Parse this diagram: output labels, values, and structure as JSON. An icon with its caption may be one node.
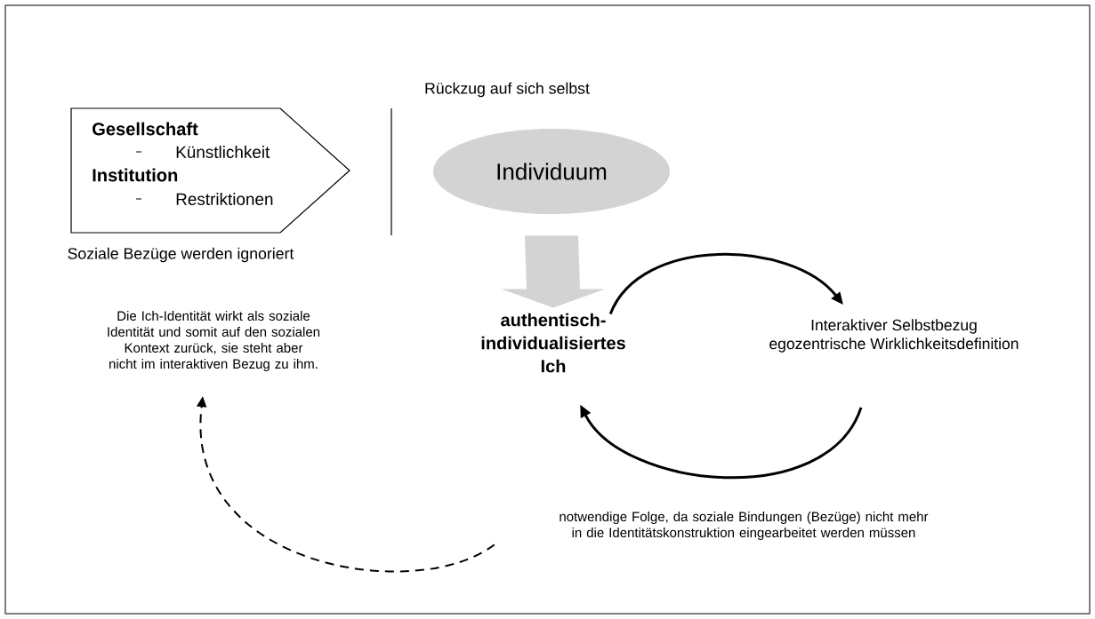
{
  "diagram": {
    "nodes": [
      {
        "text": [
          "Gesellschaft",
          "Künstlichkeit",
          "Institution",
          "Restriktionen"
        ]
      },
      {
        "text": [
          "Individuum"
        ]
      },
      {
        "text": [
          "authentisch-individualisiertes Ich"
        ]
      },
      {
        "text": [
          "Interaktiver Selbstbezug",
          "egozentrische Wirklichkeitsdefinition"
        ]
      },
      {
        "text": [
          "Die Ich-Identität wirkt als soziale Identität und somit auf den sozialen Kontext zurück, sie steht aber nicht im interaktiven Bezug zu ihm."
        ]
      },
      {
        "text": [
          "notwendige Folge, da soziale Bindungen (Bezüge) nicht mehr in die Identitätskonstruktion eingearbeitet werden müssen"
        ]
      }
    ],
    "edges": [
      {
        "from": 1,
        "to": 2,
        "arrow": "to",
        "style": "thick",
        "color": "#d3d3d3"
      },
      {
        "from": 2,
        "to": 3,
        "arrow": "to"
      },
      {
        "from": 3,
        "to": 2,
        "arrow": "to"
      },
      {
        "from": 5,
        "to": 4,
        "arrow": "to",
        "style": "dashed"
      }
    ],
    "labels": [
      "Rückzug auf sich selbst",
      "Soziale Bezüge werden ignoriert"
    ]
  }
}
